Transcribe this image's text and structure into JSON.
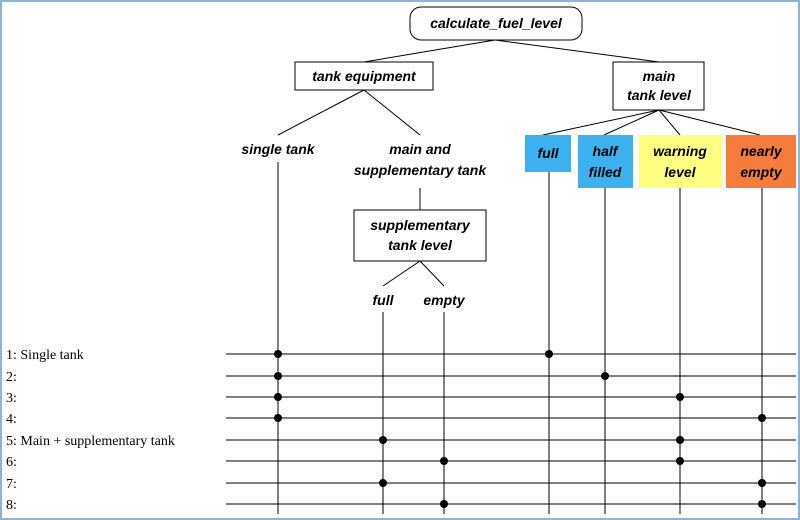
{
  "tree": {
    "root": {
      "label": "calculate_fuel_level"
    },
    "tank_equipment": {
      "label": "tank equipment",
      "options": {
        "single": "single tank",
        "main_supp": [
          "main and",
          "supplementary tank"
        ]
      }
    },
    "supplementary_level": {
      "label": [
        "supplementary",
        "tank level"
      ],
      "options": {
        "full": "full",
        "empty": "empty"
      }
    },
    "main_level": {
      "label": [
        "main",
        "tank level"
      ],
      "options": {
        "full": {
          "label": [
            "full"
          ],
          "color": "#3db1ef"
        },
        "half": {
          "label": [
            "half",
            "filled"
          ],
          "color": "#3db1ef"
        },
        "warning": {
          "label": [
            "warning",
            "level"
          ],
          "color": "#ffff80"
        },
        "nearly": {
          "label": [
            "nearly",
            "empty"
          ],
          "color": "#f47c3c"
        }
      }
    }
  },
  "rows": [
    "1: Single tank",
    "2:",
    "3:",
    "4:",
    "5: Main + supplementary tank",
    "6:",
    "7:",
    "8:"
  ],
  "colors": {
    "border": "#8fb4d6",
    "line": "#000000"
  }
}
